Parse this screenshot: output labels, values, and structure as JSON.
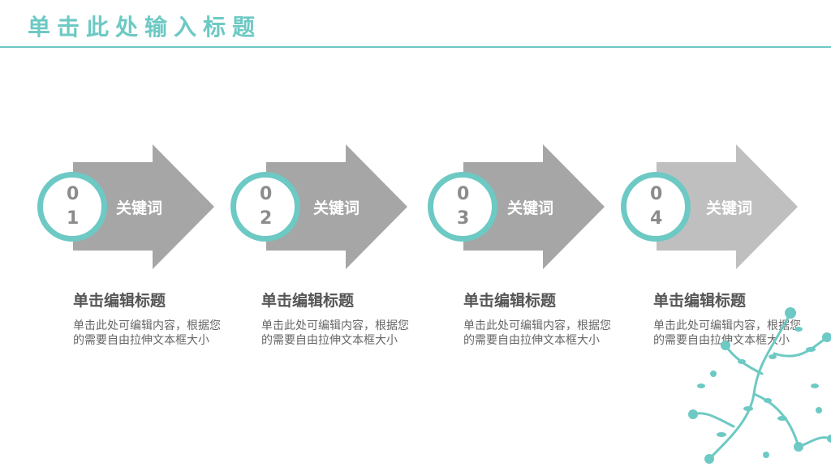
{
  "slide": {
    "title": "单击此处输入标题"
  },
  "steps": [
    {
      "number": "01",
      "keyword": "关键词",
      "heading": "单击编辑标题",
      "body": "单击此处可编辑内容，根据您的需要自由拉伸文本框大小",
      "arrow_color": "#a6a6a6"
    },
    {
      "number": "02",
      "keyword": "关键词",
      "heading": "单击编辑标题",
      "body": "单击此处可编辑内容，根据您的需要自由拉伸文本框大小",
      "arrow_color": "#a6a6a6"
    },
    {
      "number": "03",
      "keyword": "关键词",
      "heading": "单击编辑标题",
      "body": "单击此处可编辑内容，根据您的需要自由拉伸文本框大小",
      "arrow_color": "#a6a6a6"
    },
    {
      "number": "04",
      "keyword": "关键词",
      "heading": "单击编辑标题",
      "body": "单击此处可编辑内容，根据您的需要自由拉伸文本框大小",
      "arrow_color": "#bfbfbf"
    }
  ],
  "colors": {
    "accent": "#6dc9c3",
    "text_dark": "#555555",
    "text_body": "#666666"
  },
  "decoration": {
    "floral_icon": "floral-vine-icon"
  }
}
